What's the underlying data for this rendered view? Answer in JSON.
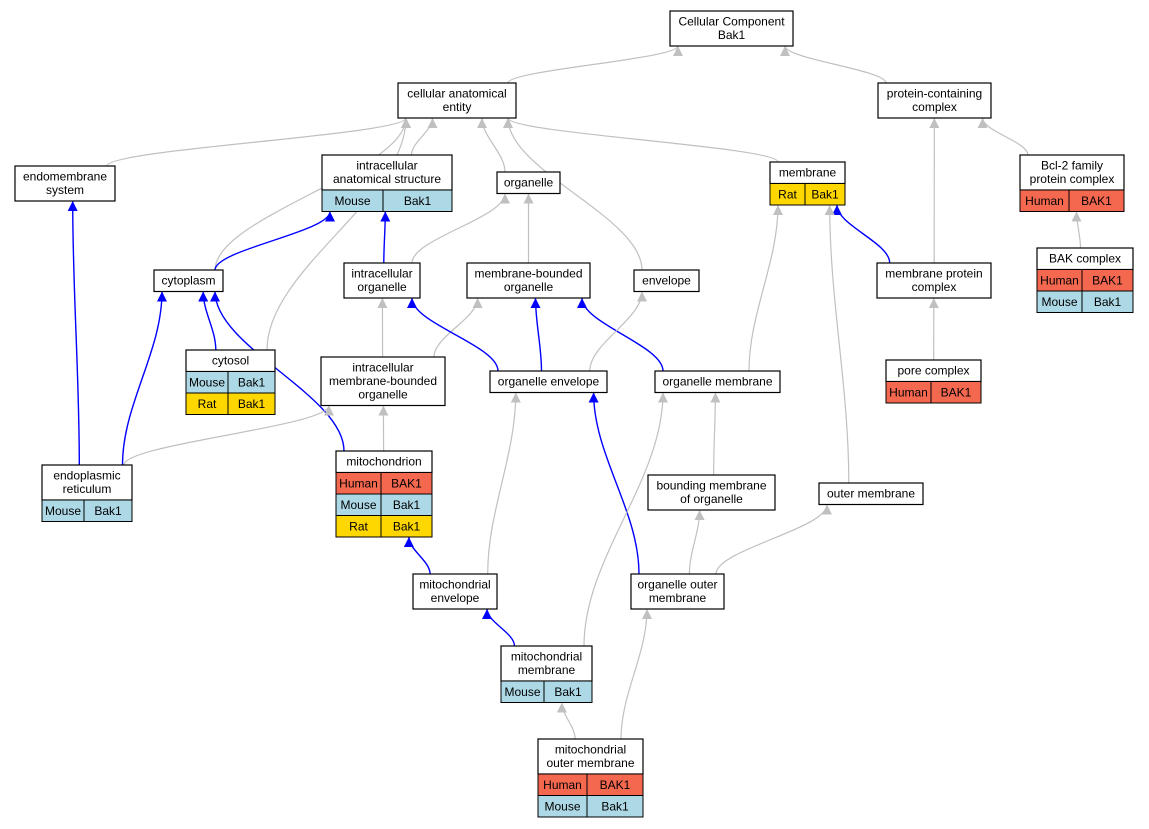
{
  "colors": {
    "human": "#f46850",
    "mouse": "#add8e6",
    "rat": "#ffd700",
    "edge_gray": "#c0c0c0",
    "edge_blue": "#0000ff"
  },
  "nodes": {
    "cc": {
      "lines": [
        "Cellular Component",
        "Bak1"
      ]
    },
    "cae": {
      "lines": [
        "cellular anatomical",
        "entity"
      ]
    },
    "pcc": {
      "lines": [
        "protein-containing",
        "complex"
      ]
    },
    "endo": {
      "lines": [
        "endomembrane",
        "system"
      ]
    },
    "ias": {
      "lines": [
        "intracellular",
        "anatomical structure"
      ],
      "rows": [
        [
          "Mouse",
          "Bak1"
        ]
      ]
    },
    "organelle": {
      "lines": [
        "organelle"
      ]
    },
    "membrane": {
      "lines": [
        "membrane"
      ],
      "rows": [
        [
          "Rat",
          "Bak1"
        ]
      ]
    },
    "bcl2": {
      "lines": [
        "Bcl-2 family",
        "protein complex"
      ],
      "rows": [
        [
          "Human",
          "BAK1"
        ]
      ]
    },
    "bak": {
      "lines": [
        "BAK complex"
      ],
      "rows": [
        [
          "Human",
          "BAK1"
        ],
        [
          "Mouse",
          "Bak1"
        ]
      ]
    },
    "cytoplasm": {
      "lines": [
        "cytoplasm"
      ]
    },
    "io": {
      "lines": [
        "intracellular",
        "organelle"
      ]
    },
    "mbo": {
      "lines": [
        "membrane-bounded",
        "organelle"
      ]
    },
    "envelope": {
      "lines": [
        "envelope"
      ]
    },
    "mpc": {
      "lines": [
        "membrane protein",
        "complex"
      ]
    },
    "cytosol": {
      "lines": [
        "cytosol"
      ],
      "rows": [
        [
          "Mouse",
          "Bak1"
        ],
        [
          "Rat",
          "Bak1"
        ]
      ]
    },
    "imbo": {
      "lines": [
        "intracellular",
        "membrane-bounded",
        "organelle"
      ]
    },
    "oe": {
      "lines": [
        "organelle envelope"
      ]
    },
    "om": {
      "lines": [
        "organelle membrane"
      ]
    },
    "pore": {
      "lines": [
        "pore complex"
      ],
      "rows": [
        [
          "Human",
          "BAK1"
        ]
      ]
    },
    "er": {
      "lines": [
        "endoplasmic",
        "reticulum"
      ],
      "rows": [
        [
          "Mouse",
          "Bak1"
        ]
      ]
    },
    "mito": {
      "lines": [
        "mitochondrion"
      ],
      "rows": [
        [
          "Human",
          "BAK1"
        ],
        [
          "Mouse",
          "Bak1"
        ],
        [
          "Rat",
          "Bak1"
        ]
      ]
    },
    "bmo": {
      "lines": [
        "bounding membrane",
        "of organelle"
      ]
    },
    "outm": {
      "lines": [
        "outer membrane"
      ]
    },
    "me": {
      "lines": [
        "mitochondrial",
        "envelope"
      ]
    },
    "oom": {
      "lines": [
        "organelle outer",
        "membrane"
      ]
    },
    "mm": {
      "lines": [
        "mitochondrial",
        "membrane"
      ],
      "rows": [
        [
          "Mouse",
          "Bak1"
        ]
      ]
    },
    "mom": {
      "lines": [
        "mitochondrial",
        "outer membrane"
      ],
      "rows": [
        [
          "Human",
          "BAK1"
        ],
        [
          "Mouse",
          "Bak1"
        ]
      ]
    }
  },
  "edges": [
    {
      "from": "cae",
      "to": "cc",
      "color": "gray"
    },
    {
      "from": "pcc",
      "to": "cc",
      "color": "gray"
    },
    {
      "from": "endo",
      "to": "cae",
      "color": "gray"
    },
    {
      "from": "ias",
      "to": "cae",
      "color": "gray"
    },
    {
      "from": "organelle",
      "to": "cae",
      "color": "gray"
    },
    {
      "from": "membrane",
      "to": "cae",
      "color": "gray"
    },
    {
      "from": "cytoplasm",
      "to": "cae",
      "color": "gray"
    },
    {
      "from": "cytosol",
      "to": "cae",
      "color": "gray"
    },
    {
      "from": "envelope",
      "to": "cae",
      "color": "gray"
    },
    {
      "from": "bcl2",
      "to": "pcc",
      "color": "gray"
    },
    {
      "from": "mpc",
      "to": "pcc",
      "color": "gray"
    },
    {
      "from": "bak",
      "to": "bcl2",
      "color": "gray"
    },
    {
      "from": "mpc",
      "to": "membrane",
      "color": "blue"
    },
    {
      "from": "om",
      "to": "membrane",
      "color": "gray"
    },
    {
      "from": "outm",
      "to": "membrane",
      "color": "gray"
    },
    {
      "from": "pore",
      "to": "mpc",
      "color": "gray"
    },
    {
      "from": "cytoplasm",
      "to": "ias",
      "color": "blue"
    },
    {
      "from": "io",
      "to": "ias",
      "color": "blue"
    },
    {
      "from": "io",
      "to": "organelle",
      "color": "gray"
    },
    {
      "from": "mbo",
      "to": "organelle",
      "color": "gray"
    },
    {
      "from": "cytosol",
      "to": "cytoplasm",
      "color": "blue"
    },
    {
      "from": "er",
      "to": "cytoplasm",
      "color": "blue"
    },
    {
      "from": "mito",
      "to": "cytoplasm",
      "color": "blue"
    },
    {
      "from": "er",
      "to": "endo",
      "color": "blue"
    },
    {
      "from": "imbo",
      "to": "io",
      "color": "gray"
    },
    {
      "from": "imbo",
      "to": "mbo",
      "color": "gray"
    },
    {
      "from": "oe",
      "to": "io",
      "color": "blue"
    },
    {
      "from": "oe",
      "to": "mbo",
      "color": "blue"
    },
    {
      "from": "om",
      "to": "mbo",
      "color": "blue"
    },
    {
      "from": "oe",
      "to": "envelope",
      "color": "gray"
    },
    {
      "from": "er",
      "to": "imbo",
      "color": "gray"
    },
    {
      "from": "mito",
      "to": "imbo",
      "color": "gray"
    },
    {
      "from": "bmo",
      "to": "om",
      "color": "gray"
    },
    {
      "from": "me",
      "to": "mito",
      "color": "blue"
    },
    {
      "from": "me",
      "to": "oe",
      "color": "gray"
    },
    {
      "from": "oom",
      "to": "oe",
      "color": "blue"
    },
    {
      "from": "oom",
      "to": "bmo",
      "color": "gray"
    },
    {
      "from": "oom",
      "to": "outm",
      "color": "gray"
    },
    {
      "from": "mm",
      "to": "om",
      "color": "gray"
    },
    {
      "from": "mm",
      "to": "me",
      "color": "blue"
    },
    {
      "from": "mom",
      "to": "mm",
      "color": "gray"
    },
    {
      "from": "mom",
      "to": "oom",
      "color": "gray"
    }
  ]
}
